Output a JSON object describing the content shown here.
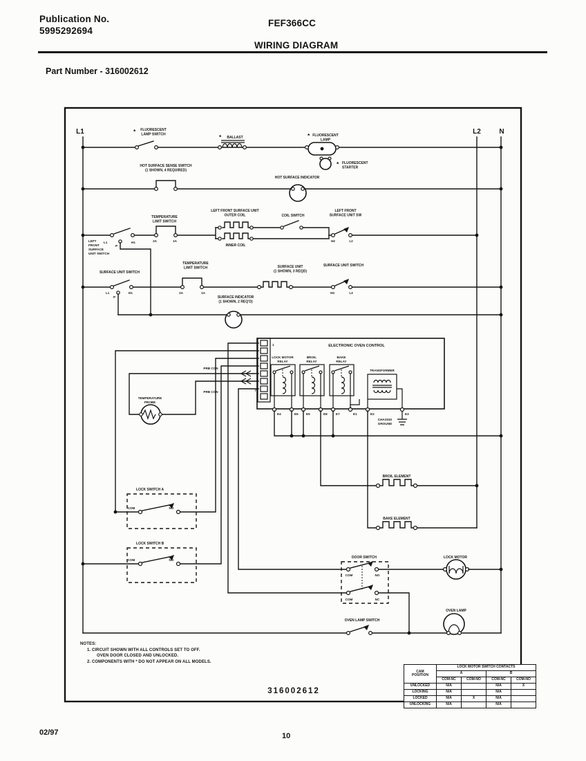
{
  "header": {
    "publication_label": "Publication No.",
    "publication_number": "5995292694",
    "model": "FEF366CC",
    "title": "WIRING DIAGRAM",
    "part_number_line": "Part Number - 316002612"
  },
  "footer": {
    "date": "02/97",
    "page": "10"
  },
  "diagram": {
    "part_number": "316002612",
    "bus": {
      "l1": "L1",
      "l2": "L2",
      "n": "N"
    },
    "symbols": {
      "asterisk": "*"
    },
    "labels": {
      "fluorescent_lamp_switch": "FLUORESCENT\nLAMP SWITCH",
      "ballast": "BALLAST",
      "fluorescent_lamp": "FLUORESCENT\nLAMP",
      "fluorescent_starter": "FLUORESCENT\nSTARTER",
      "hot_surface_sense_switch": "HOT SURFACE SENSE SWITCH\n(1 SHOWN, 4 REQUIRED)",
      "hot_surface_indicator": "HOT SURFACE INDICATOR",
      "left_front_surface_unit_switch": "LEFT\nFRONT\nSURFACE\nUNIT SWITCH",
      "temperature_limit_switch": "TEMPERATURE\nLIMIT SWITCH",
      "left_front_outer_coil": "LEFT FRONT SURFACE UNIT\nOUTER COIL",
      "inner_coil": "INNER COIL",
      "coil_switch": "COIL SWITCH",
      "left_front_surface_unit_sw": "LEFT FRONT\nSURFACE UNIT SW",
      "surface_unit_switch": "SURFACE UNIT SWITCH",
      "surface_unit": "SURFACE UNIT\n(1 SHOWN, 3 REQD)",
      "surface_indicator": "SURFACE INDICATOR\n(1 SHOWN, 2 REQ'D)",
      "electronic_oven_control": "ELECTRONIC OVEN CONTROL",
      "lock_motor_relay": "LOCK MOTOR\nRELAY",
      "broil_relay": "BROIL\nRELAY",
      "bake_relay": "BAKE\nRELAY",
      "transformer": "TRANSFORMER",
      "prb_con": "PRB CON",
      "temperature_probe": "TEMPERATURE\nPROBE",
      "chassis_ground": "CHASSIS\nGROUND",
      "lock_switch_a": "LOCK SWITCH A",
      "lock_switch_b": "LOCK SWITCH B",
      "broil_element": "BROIL ELEMENT",
      "bake_element": "BAKE ELEMENT",
      "door_switch": "DOOR SWITCH",
      "lock_motor": "LOCK MOTOR",
      "oven_lamp": "OVEN LAMP",
      "oven_lamp_switch": "OVEN LAMP SWITCH"
    },
    "terminals": {
      "l1": "L1",
      "h1": "H1",
      "p": "P",
      "t2a": "2A",
      "t1a": "1A",
      "h2": "H2",
      "l2": "L2",
      "h3": "H3",
      "l3": "L3",
      "com": "COM",
      "no": "NO",
      "nc": "NC",
      "e4": "E4",
      "e6": "E6",
      "e5": "E5",
      "e8": "E8",
      "e7": "E7",
      "e1": "E1",
      "e2": "E2",
      "e3": "E3",
      "pin1": "1",
      "pin7": "7"
    },
    "notes": {
      "title": "NOTES:",
      "line1": "1. CIRCUIT SHOWN WITH ALL CONTROLS SET TO OFF.",
      "line1b": "OVEN DOOR CLOSED AND UNLOCKED.",
      "line2": "2. COMPONENTS WITH * DO NOT APPEAR ON ALL MODELS."
    }
  },
  "lock_table": {
    "title": "LOCK MOTOR SWITCH CONTACTS",
    "cam": "CAM\nPOSITION",
    "group_a": "A",
    "group_b": "B",
    "sub": [
      "COM-NC",
      "COM-NO",
      "COM-NC",
      "COM-NO"
    ],
    "rows": [
      {
        "pos": "UNLOCKED",
        "cells": [
          "N/A",
          "",
          "N/A",
          "X"
        ]
      },
      {
        "pos": "LOCKING",
        "cells": [
          "N/A",
          "",
          "N/A",
          ""
        ]
      },
      {
        "pos": "LOCKED",
        "cells": [
          "N/A",
          "X",
          "N/A",
          ""
        ]
      },
      {
        "pos": "UNLOCKING",
        "cells": [
          "N/A",
          "",
          "N/A",
          ""
        ]
      }
    ]
  }
}
